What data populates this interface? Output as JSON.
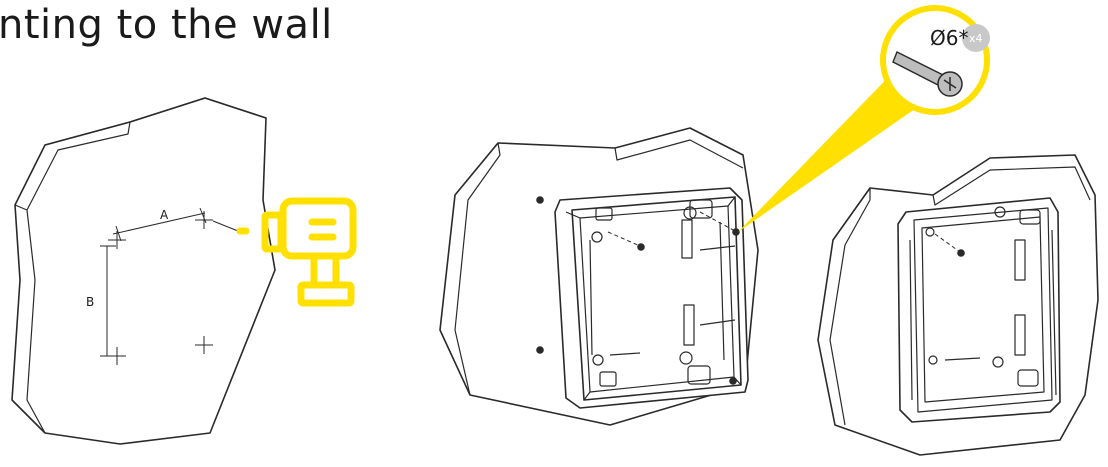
{
  "title": "nting to the wall",
  "dimensions": {
    "a": "A",
    "b": "B"
  },
  "callout": {
    "diameter": "Ø6*",
    "quantity": "x4"
  },
  "colors": {
    "accent": "#FFE000",
    "outline": "#2a2a2a",
    "text": "#1a1a1a",
    "badge": "#c8c8c8"
  },
  "icons": [
    "drill-icon",
    "screw-icon"
  ],
  "steps": [
    "step-drill-holes",
    "step-screw-box",
    "step-mounted-box"
  ]
}
